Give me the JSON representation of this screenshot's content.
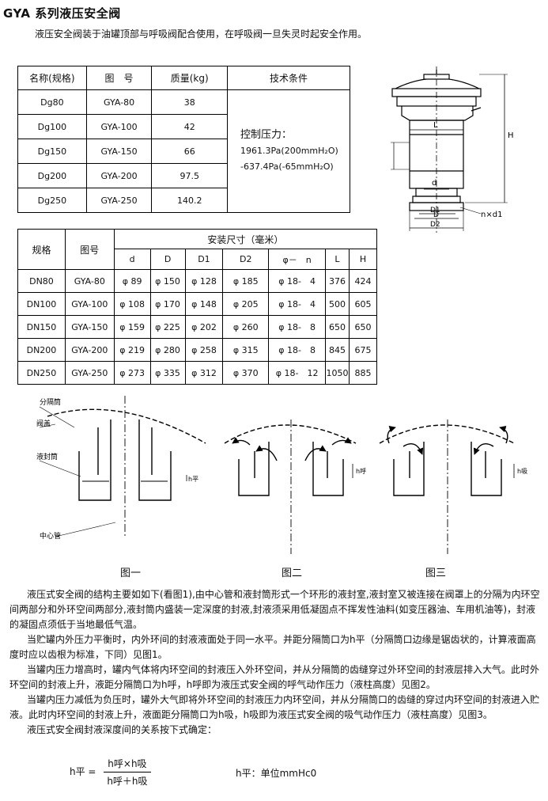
{
  "title": "GYA 系列液压安全阀",
  "intro": "液压安全阀装于油罐顶部与呼吸阀配合使用，在呼吸阀一旦失灵时起安全作用。",
  "spec_table": {
    "headers": [
      "名称(规格)",
      "图　号",
      "质量(kg)",
      "技术条件"
    ],
    "rows": [
      {
        "name": "Dg80",
        "code": "GYA-80",
        "mass": "38"
      },
      {
        "name": "Dg100",
        "code": "GYA-100",
        "mass": "42"
      },
      {
        "name": "Dg150",
        "code": "GYA-150",
        "mass": "66"
      },
      {
        "name": "Dg200",
        "code": "GYA-200",
        "mass": "97.5"
      },
      {
        "name": "Dg250",
        "code": "GYA-250",
        "mass": "140.2"
      }
    ],
    "tech": {
      "label": "控制压力：",
      "line1": "1961.3Pa(200mmH₂O)",
      "line2": "-637.4Pa(-65mmH₂O)"
    }
  },
  "install_table": {
    "group_header": "安装尺寸（毫米）",
    "col_spec": "规格",
    "col_code": "图号",
    "cols": [
      "d",
      "D",
      "D1",
      "D2",
      "φ－　n",
      "L",
      "H"
    ],
    "rows": [
      {
        "spec": "DN80",
        "code": "GYA-80",
        "vals": [
          "φ 89",
          "φ 150",
          "φ 128",
          "φ 185",
          "φ 18-　4",
          "376",
          "424"
        ]
      },
      {
        "spec": "DN100",
        "code": "GYA-100",
        "vals": [
          "φ 108",
          "φ 170",
          "φ 148",
          "φ 205",
          "φ 18-　4",
          "500",
          "605"
        ]
      },
      {
        "spec": "DN150",
        "code": "GYA-150",
        "vals": [
          "φ 159",
          "φ 225",
          "φ 202",
          "φ 260",
          "φ 18-　8",
          "650",
          "650"
        ]
      },
      {
        "spec": "DN200",
        "code": "GYA-200",
        "vals": [
          "φ 219",
          "φ 280",
          "φ 258",
          "φ 315",
          "φ 18-　8",
          "845",
          "675"
        ]
      },
      {
        "spec": "DN250",
        "code": "GYA-250",
        "vals": [
          "φ 273",
          "φ 335",
          "φ 312",
          "φ 370",
          "φ 18-　12",
          "1050",
          "885"
        ]
      }
    ]
  },
  "drawing_labels": {
    "L": "L",
    "H": "H",
    "d": "d",
    "D1": "D1",
    "D": "D",
    "D2": "D2",
    "nd1": "n×d1"
  },
  "figure_labels": {
    "separator": "分隔筒",
    "hood": "阀盖",
    "seal": "液封筒",
    "center": "中心管",
    "h_flat": "h平",
    "h_breath": "h呼",
    "h_suck": "h吸"
  },
  "captions": [
    "图一",
    "图二",
    "图三"
  ],
  "paragraphs": [
    "液压式安全阀的结构主要如如下(看图1),由中心管和液封筒形式一个环形的液封室,液封室又被连接在阀罩上的分隔为内环空间两部分和外环空间两部分,液封筒内盛装一定深度的封液,封液须采用低凝固点不挥发性油料(如变压器油、车用机油等)，封液的凝固点须低于当地最低气温。",
    "当贮罐内外压力平衡时，内外环间的封液液面处于同一水平。并距分隔筒口为h平（分隔筒口边缘是锯齿状的，计算液面高度时应以齿根为标准，下同）见图1。",
    "当罐内压力增高时，罐内气体将内环空间的封液压入外环空间，并从分隔筒的齿缝穿过外环空间的封液层排入大气。此时外环空间的封液上升，液距分隔筒口为h呼，h呼即为液压式安全阀的呼气动作压力（液柱高度）见图2。",
    "当罐内压力减低为负压时，罐外大气即将外环空间的封液压力内环空间，并从分隔筒口的齿缝的穿过内环空间的封液进入贮液。此时内环空间的封液上升，液面距分隔筒口为h吸，h吸即为液压式安全阀的吸气动作压力（液柱高度）见图3。",
    "液压式安全阀封液深度间的关系按下式确定："
  ],
  "formula": {
    "lhs": "h平 =",
    "num": "h呼×h吸",
    "den": "h呼＋h吸",
    "unit": "h平：单位mmHc0"
  }
}
